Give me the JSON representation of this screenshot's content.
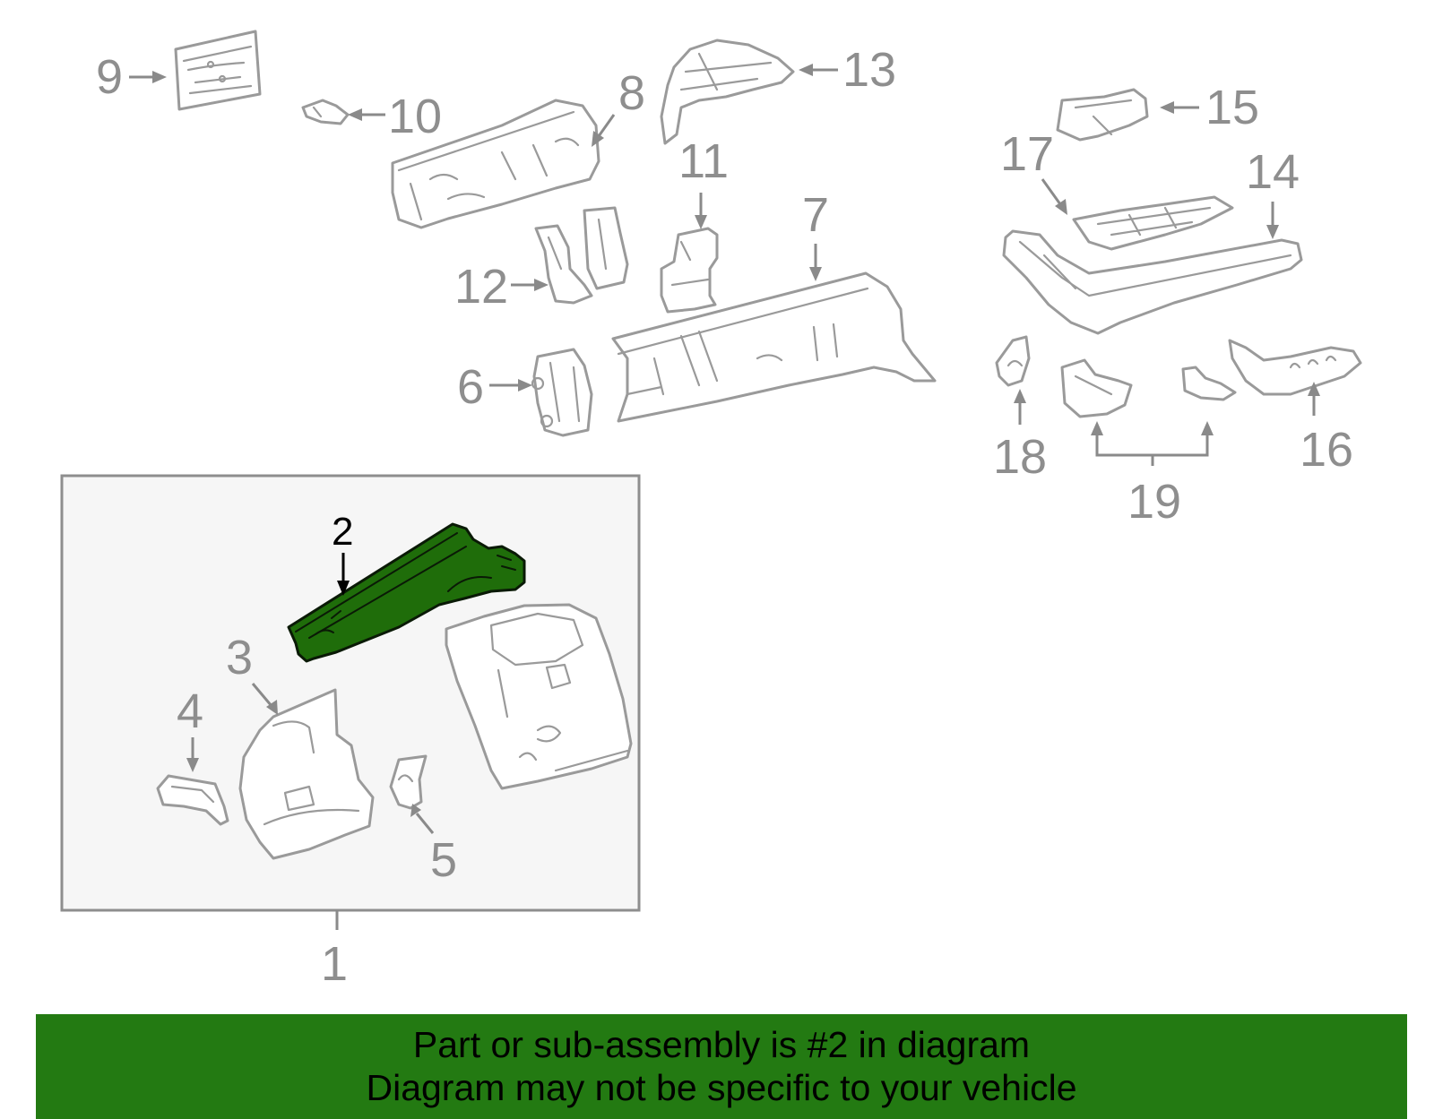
{
  "diagram": {
    "selected_part": "2",
    "callouts": {
      "c1": "1",
      "c2": "2",
      "c3": "3",
      "c4": "4",
      "c5": "5",
      "c6": "6",
      "c7": "7",
      "c8": "8",
      "c9": "9",
      "c10": "10",
      "c11": "11",
      "c12": "12",
      "c13": "13",
      "c14": "14",
      "c15": "15",
      "c16": "16",
      "c17": "17",
      "c18": "18",
      "c19": "19"
    },
    "colors": {
      "highlight": "#1f6d0a",
      "banner": "#237a12",
      "part_outline": "#9a9a9a",
      "group_box_fill": "#f6f6f6"
    }
  },
  "banner": {
    "line1": "Part or sub-assembly is #2 in diagram",
    "line2": "Diagram may not be specific to your vehicle"
  }
}
